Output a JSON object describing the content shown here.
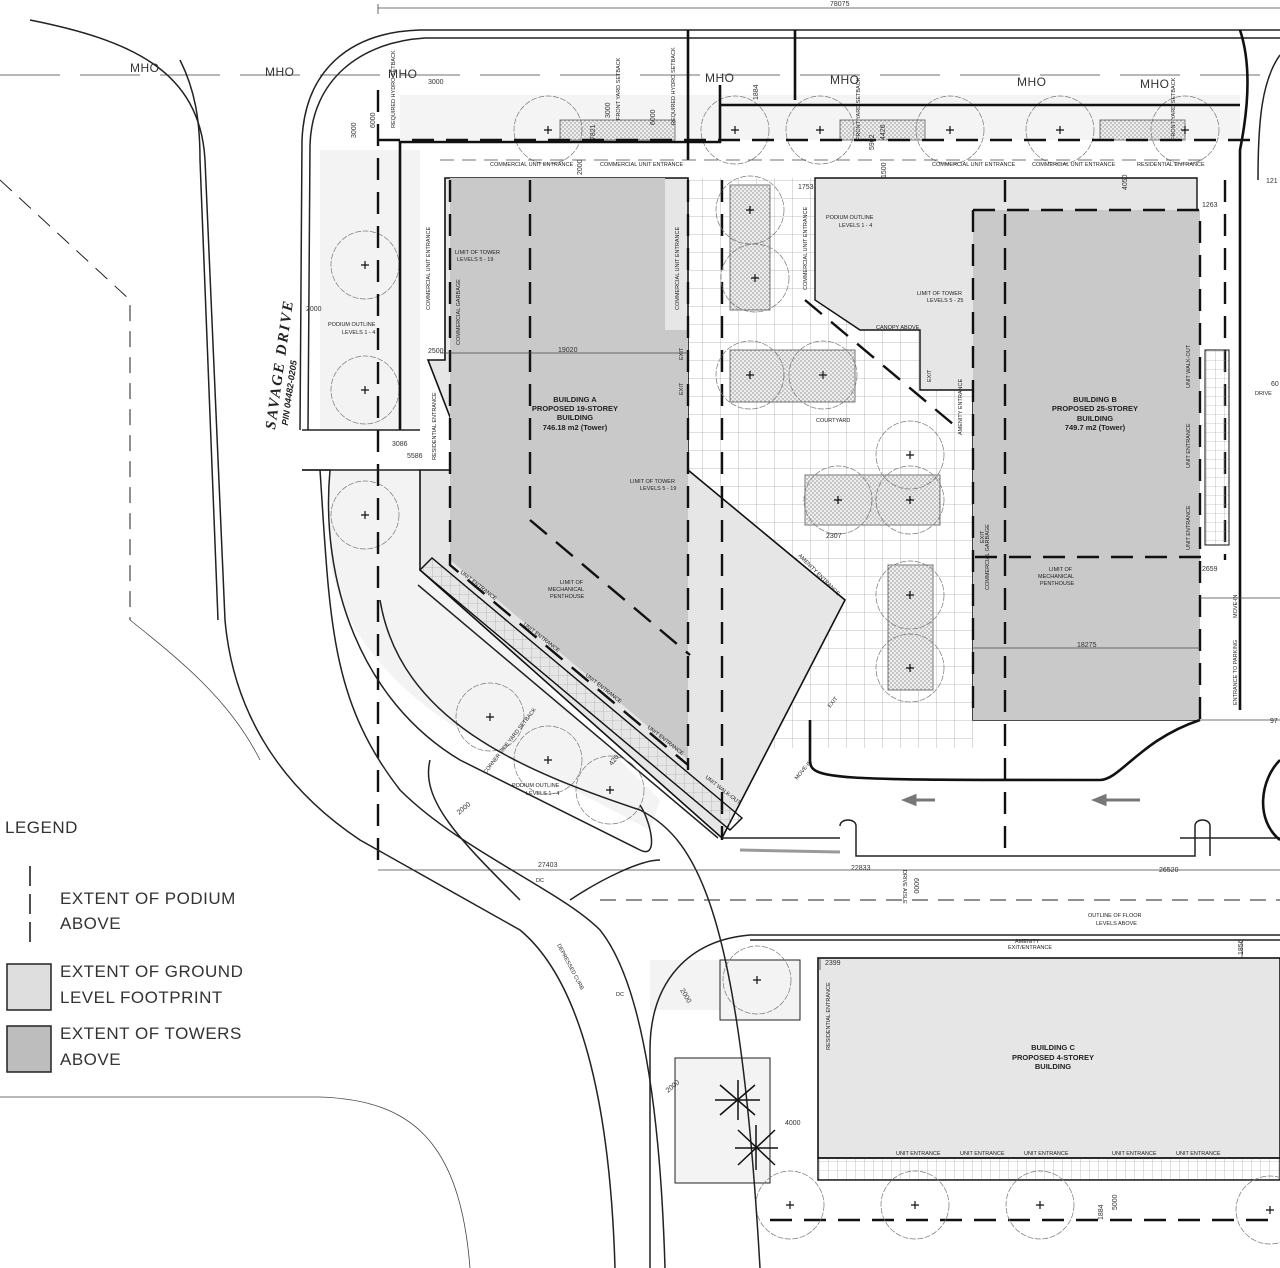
{
  "colors": {
    "tower": "#c9c9c9",
    "ground_footprint": "#e6e6e6",
    "landscape": "#f1f1f1",
    "line": "#111111",
    "arrow": "#777777"
  },
  "overall_dimension": "78075",
  "overhead_line_label": "MHO",
  "street": {
    "name": "SAVAGE DRIVE",
    "pin": "PIN 04482-0205"
  },
  "building_a": {
    "line1": "BUILDING A",
    "line2": "PROPOSED 19-STOREY",
    "line3": "BUILDING",
    "area": "746.18 m2 (Tower)"
  },
  "building_b": {
    "line1": "BUILDING B",
    "line2": "PROPOSED 25-STOREY",
    "line3": "BUILDING",
    "area": "749.7 m2 (Tower)"
  },
  "building_c": {
    "line1": "BUILDING C",
    "line2": "PROPOSED 4-STOREY",
    "line3": "BUILDING"
  },
  "notes": {
    "limit_tower_a_1": "LIMIT OF TOWER",
    "limit_tower_a_2": "LEVELS 5 - 19",
    "limit_tower_b_2": "LEVELS 5 - 25",
    "podium_outline_1": "PODIUM OUTLINE",
    "podium_outline_2": "LEVELS 1 - 4",
    "mech_1": "LIMIT OF",
    "mech_2": "MECHANICAL",
    "mech_3": "PENTHOUSE",
    "canopy": "CANOPY ABOVE",
    "courtyard": "COURTYARD",
    "outline_floor_1": "OUTLINE OF FLOOR",
    "outline_floor_2": "LEVELS ABOVE",
    "drive_aisle": "DRIVE AISLE",
    "drive": "DRIVE",
    "amenity_1": "AMENITY",
    "amenity_2": "EXIT/ENTRANCE",
    "amenity_entrance": "AMENITY ENTRANCE",
    "commercial_entrance": "COMMERCIAL UNIT ENTRANCE",
    "commercial_garbage": "COMMERCIAL GARBAGE",
    "residential_entrance": "RESIDENTIAL ENTRANCE",
    "unit_entrance": "UNIT ENTRANCE",
    "unit_walkout": "UNIT WALK-OUT",
    "move_in": "MOVE-IN",
    "entrance_parking": "ENTRANCE TO PARKING",
    "exit": "EXIT",
    "front_yard_setback": "FRONT YARD SETBACK",
    "required_hydro_setback": "REQUIRED HYDRO SETBACK",
    "corner_side_yard_setback": "CORNER SIDE YARD SETBACK",
    "depressed_curb": "DEPRESSED CURB",
    "dc": "DC"
  },
  "dimensions": {
    "d3000": "3000",
    "d6000": "6000",
    "d7821": "7821",
    "d2000": "2000",
    "d1884": "1884",
    "d1753": "1753",
    "d1500": "1500",
    "d5902": "5902",
    "d4426": "4426",
    "d4050": "4050",
    "d1263": "1263",
    "d121": "121",
    "d19020": "19020",
    "d2500": "2500",
    "d3086": "3086",
    "d5586": "5586",
    "d18275": "18275",
    "d2307": "2307",
    "d27403": "27403",
    "d22833": "22833",
    "d26520": "26520",
    "d1856": "1856",
    "d2399": "2399",
    "d4000": "4000",
    "d5000": "5000",
    "d2659": "2659",
    "d60": "60",
    "d97": "97",
    "d420": "420"
  },
  "legend": {
    "title": "LEGEND",
    "items": [
      {
        "line1": "EXTENT OF PODIUM",
        "line2": "ABOVE",
        "symbol": "dashed-line"
      },
      {
        "line1": "EXTENT OF GROUND",
        "line2": "LEVEL FOOTPRINT",
        "symbol": "light-gray-box",
        "color": "#dedede"
      },
      {
        "line1": "EXTENT OF TOWERS",
        "line2": "ABOVE",
        "symbol": "dark-gray-box",
        "color": "#bdbdbd"
      }
    ]
  }
}
